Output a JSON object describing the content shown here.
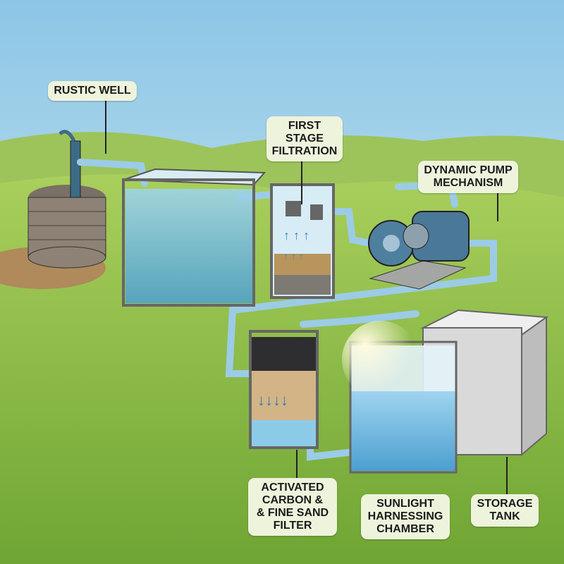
{
  "title": "Water filtration system diagram",
  "labels": {
    "rustic_well": "RUSTIC WELL",
    "first_stage": [
      "FIRST STAGE",
      "FILTRATION"
    ],
    "pump": [
      "DYNAMIC PUMP",
      "MECHANISM"
    ],
    "carbon_filter": [
      "ACTIVATED",
      "CARBON &",
      "& FINE SAND",
      "FILTER"
    ],
    "sunlight": [
      "SUNLIGHT",
      "HARNESSING",
      "CHAMBER"
    ],
    "storage": [
      "STORAGE",
      "TANK"
    ]
  },
  "colors": {
    "sky_top": "#8cc6e6",
    "sky_bottom": "#dff0f6",
    "grass": "#8fbf4a",
    "water": "#6fb8e0",
    "pipe": "#9ccbe6",
    "label_bg": "#eef3dc"
  }
}
